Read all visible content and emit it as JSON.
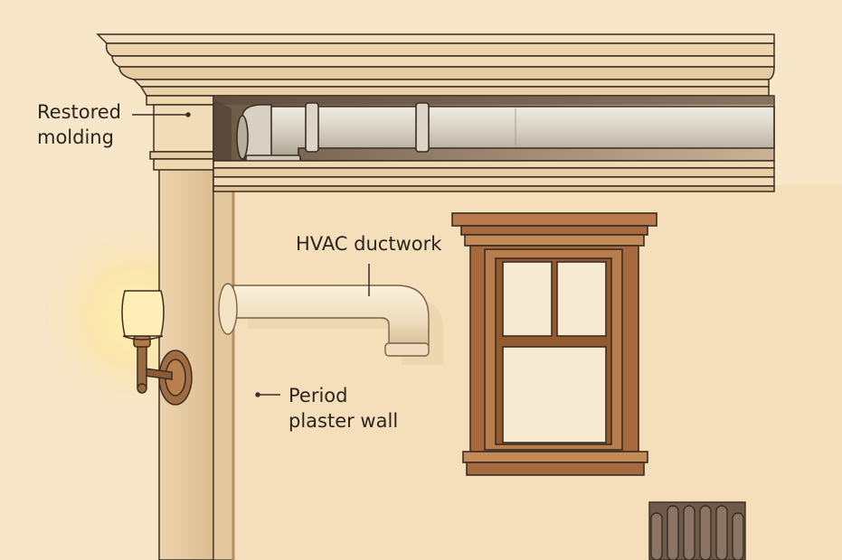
{
  "labels": {
    "molding": {
      "line1": "Restored",
      "line2": "molding"
    },
    "ductwork": {
      "line1": "HVAC ductwork"
    },
    "wall": {
      "line1": "Period",
      "line2": "plaster wall"
    }
  },
  "colors": {
    "background": "#f7e6c8",
    "wall": "#f3deb8",
    "molding": "#eed8b2",
    "duct": "#d9d2c4",
    "window_frame": "#a9683e",
    "outline": "#3a2d22",
    "lamp_glow": "#ffe79a",
    "radiator": "#6e5a4a"
  },
  "icons": [
    "wall-sconce-icon",
    "radiator-icon",
    "window-icon",
    "duct-pipe-icon"
  ]
}
